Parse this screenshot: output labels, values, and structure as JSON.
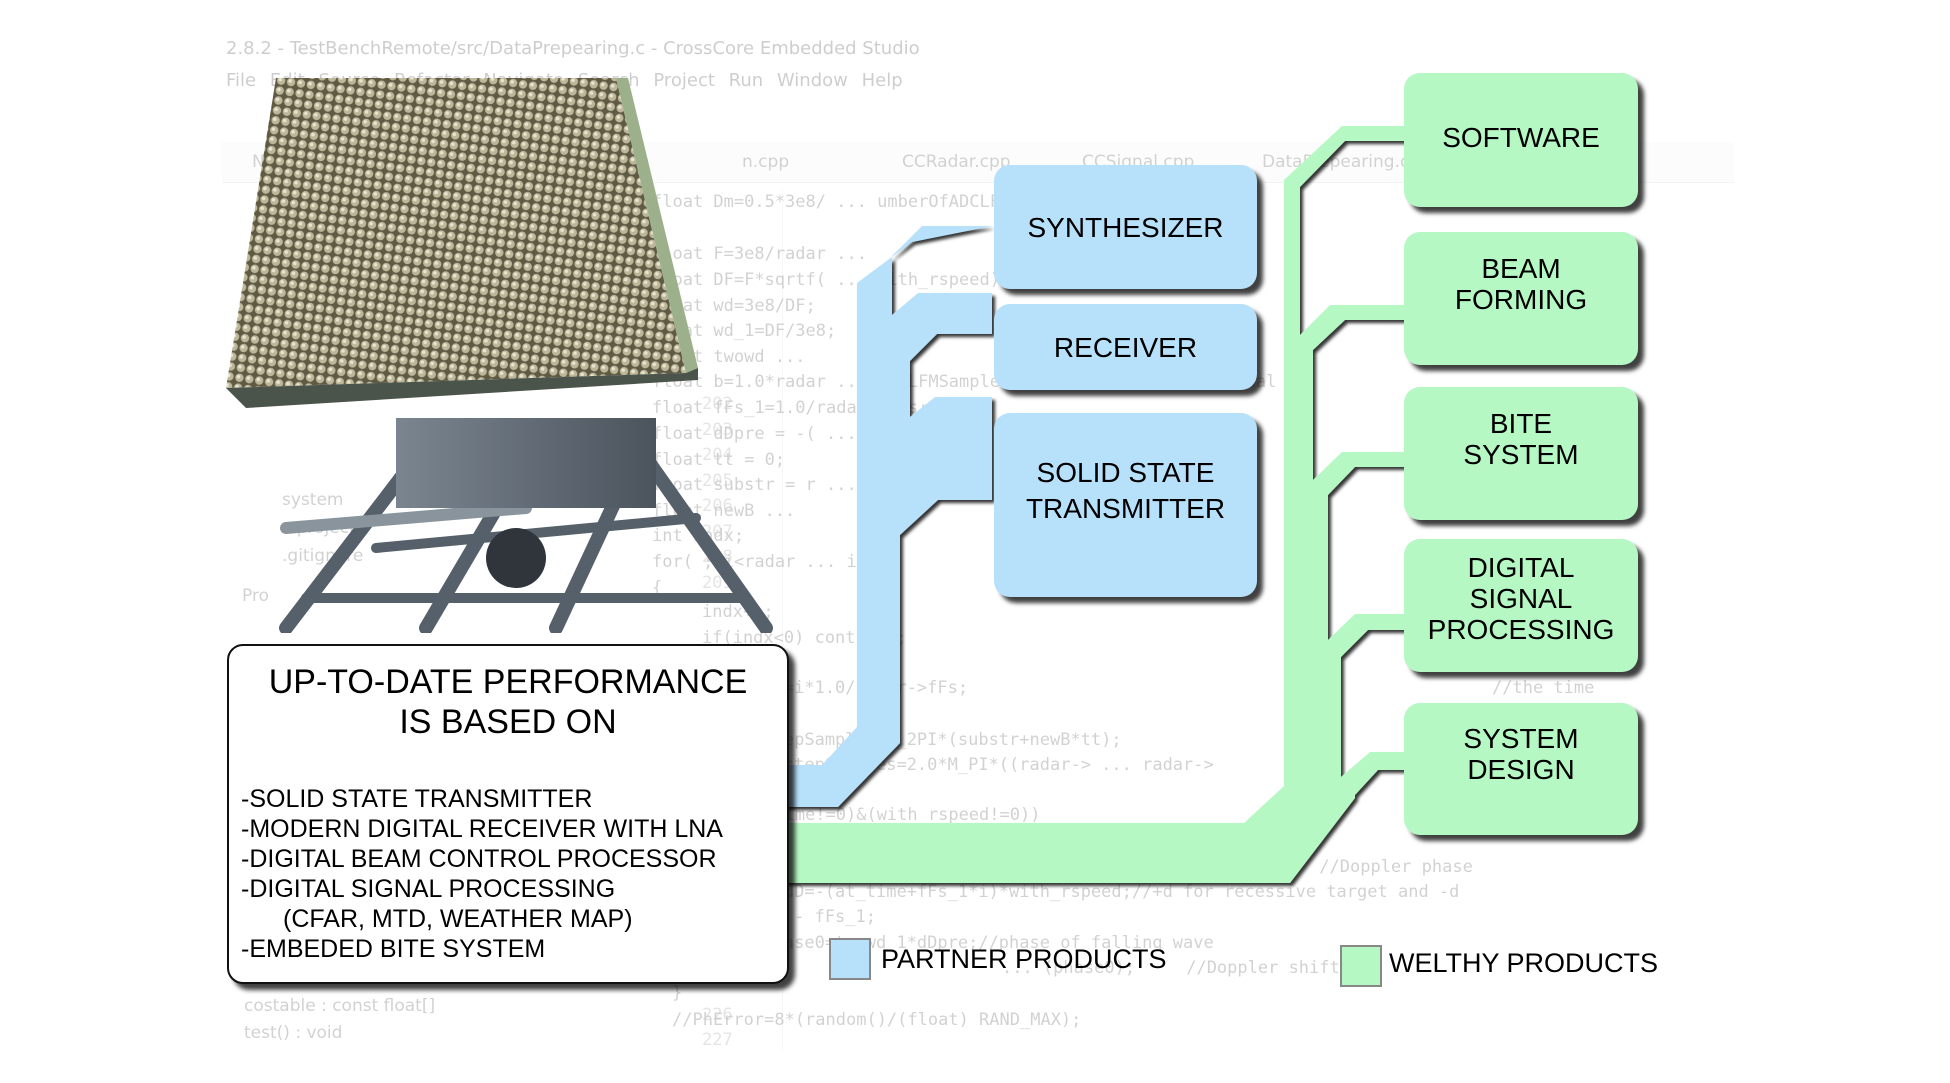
{
  "ide_background": {
    "window_title": "2.8.2 - TestBenchRemote/src/DataPrepearing.c - CrossCore Embedded Studio",
    "menu": [
      "File",
      "Edit",
      "Source",
      "Refactor",
      "Navigate",
      "Search",
      "Project",
      "Run",
      "Window",
      "Help"
    ],
    "tabs": [
      "Na",
      "n.cpp",
      "CCRadar.cpp",
      "CCSignal.cpp",
      "DataPrepearing.c"
    ],
    "project_tree": [
      "system",
      ".cproject",
      ".gitignore"
    ],
    "bottom_panel_tab": "Pro",
    "outline_items": [
      "costable : const float[]",
      "test() : void"
    ],
    "line_numbers": [
      "202",
      "203",
      "204",
      "205",
      "206",
      "207",
      "208",
      "209",
      "226",
      "227"
    ],
    "code_lines": [
      "float Dm=0.5*3e8/ ... umberOfADCLFM",
      "float F=3e8/radar ...",
      "float DF=F*sqrtf( ... with_rspeed)) ... signal's fa",
      "float wd=3e8/DF;",
      "float wd_1=DF/3e8;",
      "float twowd ...",
      "float b=1.0*radar ... ADCLFMSamples*1.0/radar->fFs); //signal ba",
      "float fFs_1=1.0/radar->fFs;",
      "float dDpre = -( ... ed",
      "float tt = 0;",
      "float substr = r ...",
      "float newB ...",
      "int indx;",
      "for( ; i<radar ... i",
      "{",
      "indx++;",
      "if(indx<0) continue;",
      "float tt=i*1.0/radar->fFs;",
      "//the time",
      "float stepSamples=M_2PI*(substr+newB*tt);",
      "//float stepSamples=2.0*M_PI*((radar-> ... radar->",
      "//if ((at_time!=0)&(with_rspeed!=0))",
      "... speed*dt)/WaveLength;      //Doppler phase",
      "//float dD=-(at_time+fFs_1*i)*with_rspeed;//+d for recessive target and -d",
      "dDpre += - fFs_1;",
      "float phase0=twowd_1*dDpre;//phase of falling wave",
      "... (phase0);     //Doppler shift",
      "}",
      "//PhError=8*(random()/(float) RAND_MAX);"
    ]
  },
  "main_box": {
    "title_line1": "UP-TO-DATE PERFORMANCE",
    "title_line2": "IS BASED ON",
    "items": [
      "-SOLID STATE TRANSMITTER",
      "-MODERN DIGITAL RECEIVER WITH LNA",
      "-DIGITAL BEAM CONTROL PROCESSOR",
      "-DIGITAL SIGNAL PROCESSING",
      "(CFAR, MTD, WEATHER MAP)",
      "-EMBEDED BITE SYSTEM"
    ]
  },
  "partner_boxes": [
    {
      "line1": "SYNTHESIZER",
      "line2": ""
    },
    {
      "line1": "RECEIVER",
      "line2": ""
    },
    {
      "line1": "SOLID STATE",
      "line2": "TRANSMITTER"
    }
  ],
  "welthy_boxes": [
    {
      "line1": "SOFTWARE",
      "line2": "",
      "line3": ""
    },
    {
      "line1": "BEAM",
      "line2": "FORMING",
      "line3": ""
    },
    {
      "line1": "BITE",
      "line2": "SYSTEM",
      "line3": ""
    },
    {
      "line1": "DIGITAL",
      "line2": "SIGNAL",
      "line3": "PROCESSING"
    },
    {
      "line1": "SYSTEM",
      "line2": "DESIGN",
      "line3": ""
    }
  ],
  "legend": {
    "partner_label": "PARTNER PRODUCTS",
    "welthy_label": "WELTHY PRODUCTS"
  },
  "colors": {
    "partner": "#b7e0fb",
    "welthy": "#b6f8c4",
    "outline": "#111111"
  }
}
